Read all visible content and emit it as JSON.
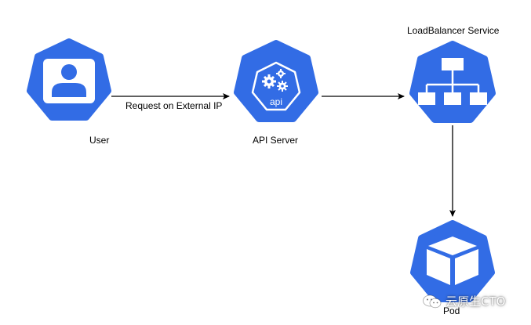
{
  "colors": {
    "k8s_blue": "#326ce5",
    "edge": "#000000",
    "icon_fill": "#ffffff"
  },
  "nodes": {
    "user": {
      "label": "User",
      "icon": "user-icon"
    },
    "api_server": {
      "label": "API Server",
      "icon": "api-server-icon",
      "icon_text": "api"
    },
    "loadbalancer": {
      "label": "LoadBalancer Service",
      "icon": "service-icon"
    },
    "pod": {
      "label": "Pod",
      "icon": "pod-icon"
    }
  },
  "edges": [
    {
      "from": "user",
      "to": "api_server",
      "label": "Request on External IP"
    },
    {
      "from": "api_server",
      "to": "loadbalancer",
      "label": ""
    },
    {
      "from": "loadbalancer",
      "to": "pod",
      "label": ""
    }
  ],
  "watermark": {
    "text": "云原生CTO",
    "icon": "wechat-icon"
  }
}
